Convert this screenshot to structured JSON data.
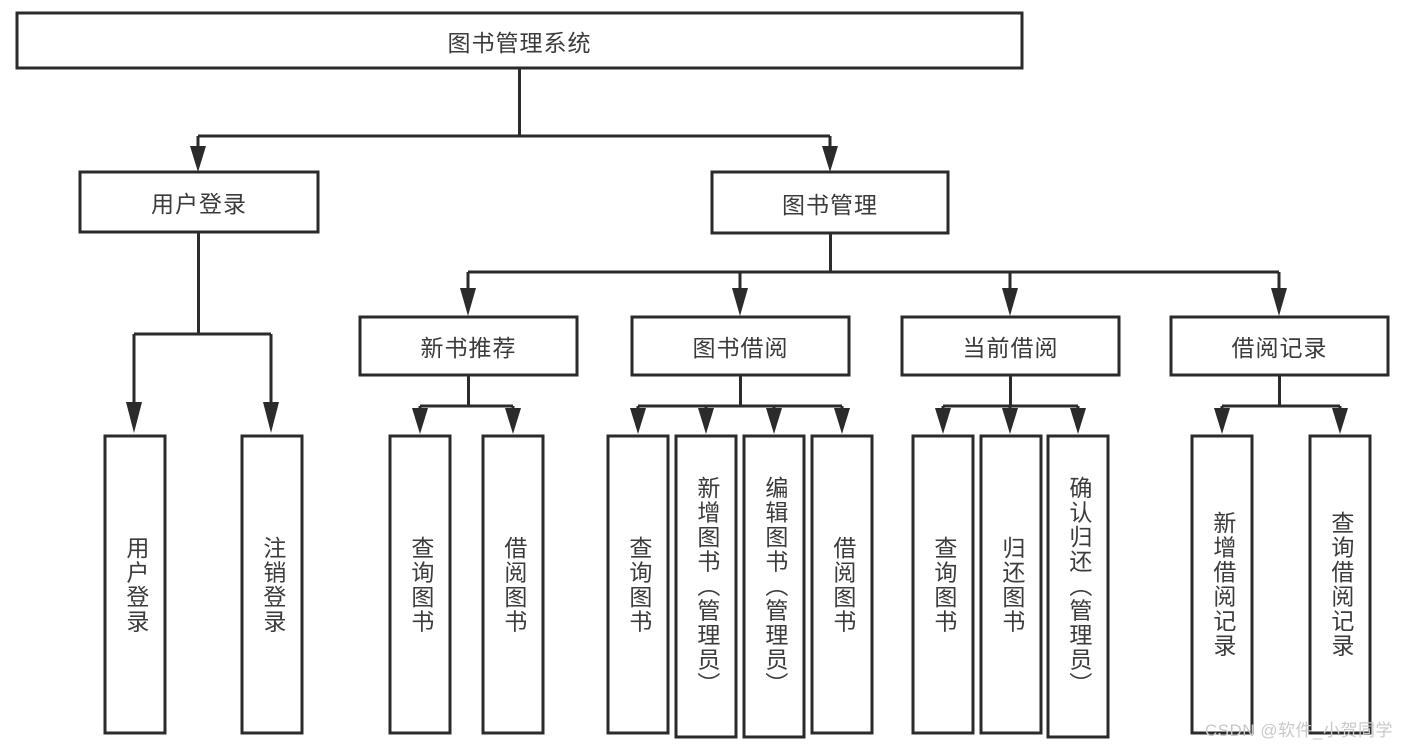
{
  "diagram": {
    "type": "tree-hierarchy",
    "title": "图书管理系统",
    "watermark": "CSDN @软件_小贺同学",
    "colors": {
      "stroke": "#2b2b2b",
      "fill": "#ffffff",
      "text": "#3b3b3b",
      "watermark": "#c9c9c9"
    },
    "nodes": {
      "root": {
        "label": "图书管理系统"
      },
      "level2": [
        {
          "id": "user-login",
          "label": "用户登录"
        },
        {
          "id": "book-management",
          "label": "图书管理"
        }
      ],
      "level3": [
        {
          "id": "new-book-recommend",
          "label": "新书推荐"
        },
        {
          "id": "book-borrow",
          "label": "图书借阅"
        },
        {
          "id": "current-borrow",
          "label": "当前借阅"
        },
        {
          "id": "borrow-record",
          "label": "借阅记录"
        }
      ],
      "leaves": {
        "user-login": [
          {
            "id": "leaf-user-login",
            "label": "用户登录"
          },
          {
            "id": "leaf-logout-login",
            "label": "注销登录"
          }
        ],
        "new-book-recommend": [
          {
            "id": "leaf-query-book-1",
            "label": "查询图书"
          },
          {
            "id": "leaf-borrow-book-1",
            "label": "借阅图书"
          }
        ],
        "book-borrow": [
          {
            "id": "leaf-query-book-2",
            "label": "查询图书"
          },
          {
            "id": "leaf-add-book",
            "label": "新增图书（管理员）"
          },
          {
            "id": "leaf-edit-book",
            "label": "编辑图书（管理员）"
          },
          {
            "id": "leaf-borrow-book-2",
            "label": "借阅图书"
          }
        ],
        "current-borrow": [
          {
            "id": "leaf-query-book-3",
            "label": "查询图书"
          },
          {
            "id": "leaf-return-book",
            "label": "归还图书"
          },
          {
            "id": "leaf-confirm-return",
            "label": "确认归还（管理员）"
          }
        ],
        "borrow-record": [
          {
            "id": "leaf-add-record",
            "label": "新增借阅记录"
          },
          {
            "id": "leaf-query-record",
            "label": "查询借阅记录"
          }
        ]
      }
    }
  }
}
